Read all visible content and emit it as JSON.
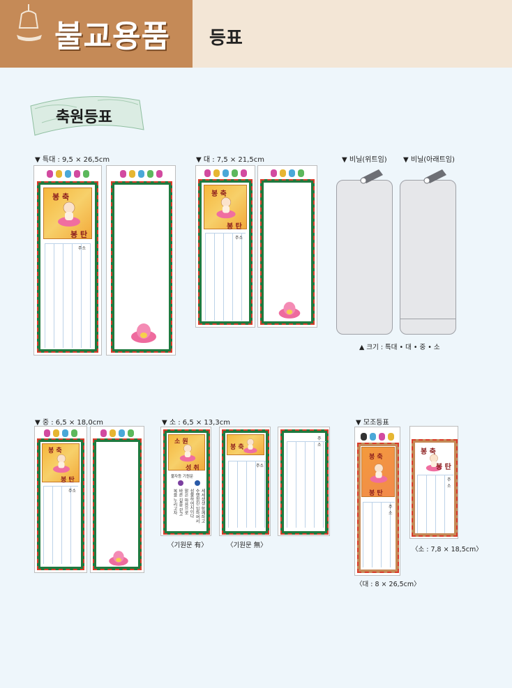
{
  "header": {
    "title": "불교용품",
    "subtitle": "등표"
  },
  "section": {
    "title": "축원등표"
  },
  "panel_text": {
    "top": "봉 축",
    "bottom": "봉 탄"
  },
  "panel_text_small": {
    "top1": "소 원",
    "bottom1": "성 취"
  },
  "jooso": "주소",
  "products": {
    "teukdae": "▼ 특대 : 9,5 × 26,5cm",
    "dae": "▼ 대 : 7,5 × 21,5cm",
    "vinyl_wide": "▼ 비닐(위트임)",
    "vinyl_low": "▼ 비닐(아래트임)",
    "vinyl_size": "▲ 크기 : 특대 • 대 • 중 • 소",
    "jung": "▼ 중 : 6,5 × 18,0cm",
    "so": "▼ 소 : 6,5 × 13,3cm",
    "mojo": "▼ 모조등표",
    "so_with": "〈기원문 有〉",
    "so_without": "〈기원문 無〉",
    "mojo_small": "〈소 : 7,8 × 18,5cm〉",
    "mojo_large": "〈대 : 8 × 26,5cm〉"
  },
  "prayer": {
    "head": "불자등 기원문",
    "lines": [
      "세세생생 함께하고",
      "수행정진 임하여서",
      "성불하여지이다",
      "맑은 마음으로",
      "바른 길을 걷고",
      "복을 누리고자"
    ]
  },
  "colors": {
    "header_left": "#c58a57",
    "header_right": "#f3e6d6",
    "background": "#eef6fb",
    "frame_green": "#1f7a3f"
  }
}
